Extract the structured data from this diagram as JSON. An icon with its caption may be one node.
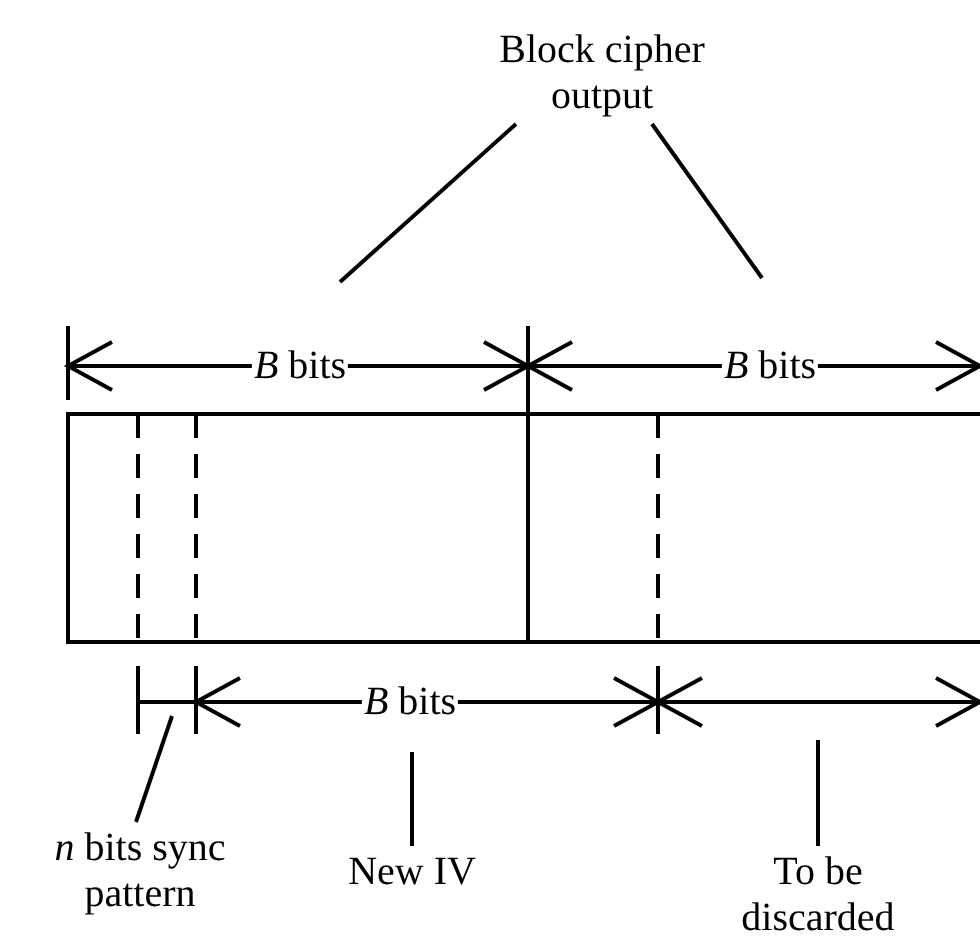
{
  "diagram": {
    "nodes": [
      {
        "text": [
          "Block cipher output"
        ]
      },
      {
        "text": [
          "*n* bits sync pattern"
        ]
      },
      {
        "text": [
          "New IV"
        ]
      },
      {
        "text": [
          "To be discarded"
        ]
      }
    ],
    "edges": [
      {
        "from": 0,
        "to": null,
        "arrow": "none"
      },
      {
        "from": 0,
        "to": null,
        "arrow": "none"
      },
      {
        "from": 1,
        "to": null,
        "arrow": "none"
      },
      {
        "from": 2,
        "to": null,
        "arrow": "none"
      },
      {
        "from": 3,
        "to": null,
        "arrow": "none"
      }
    ],
    "labels": [
      "*B* bits",
      "*B* bits",
      "*B* bits"
    ]
  }
}
